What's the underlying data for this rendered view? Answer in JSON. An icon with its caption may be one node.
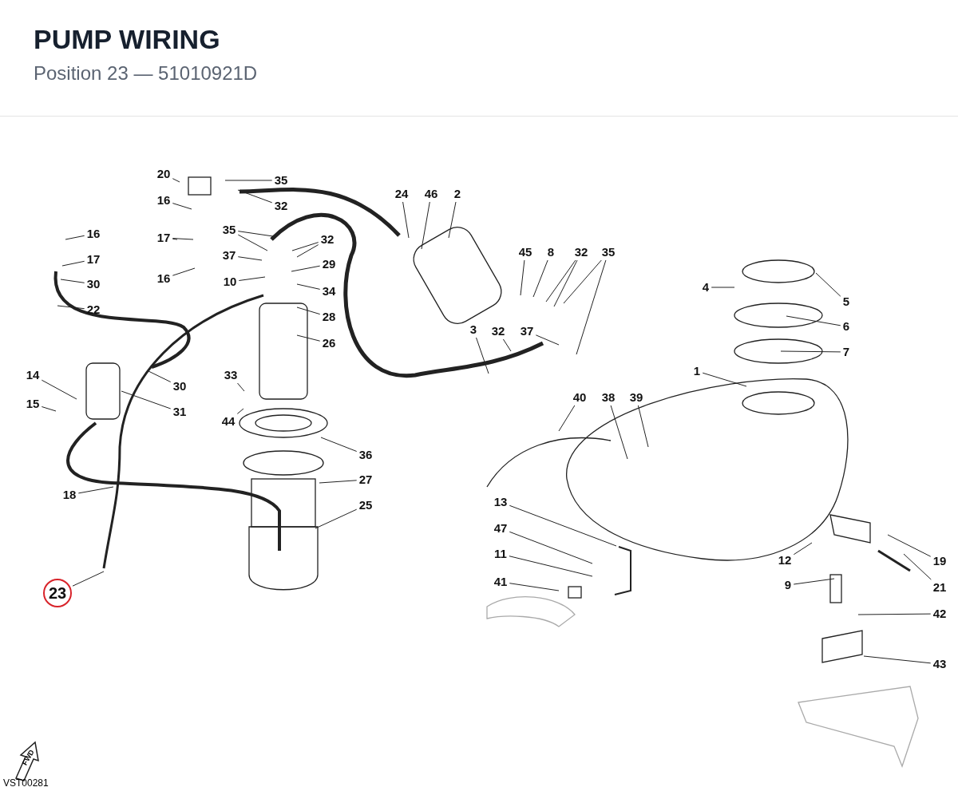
{
  "diagram": {
    "title": "PUMP WIRING",
    "nodes": [
      {
        "text": [
          "20"
        ]
      },
      {
        "text": [
          "35"
        ]
      },
      {
        "text": [
          "16"
        ]
      },
      {
        "text": [
          "32"
        ]
      },
      {
        "text": [
          "24"
        ]
      },
      {
        "text": [
          "46"
        ]
      },
      {
        "text": [
          "2"
        ]
      },
      {
        "text": [
          "16"
        ]
      },
      {
        "text": [
          "17"
        ]
      },
      {
        "text": [
          "35"
        ]
      },
      {
        "text": [
          "32"
        ]
      },
      {
        "text": [
          "17"
        ]
      },
      {
        "text": [
          "37"
        ]
      },
      {
        "text": [
          "29"
        ]
      },
      {
        "text": [
          "45"
        ]
      },
      {
        "text": [
          "8"
        ]
      },
      {
        "text": [
          "32"
        ]
      },
      {
        "text": [
          "35"
        ]
      },
      {
        "text": [
          "16"
        ]
      },
      {
        "text": [
          "4"
        ]
      },
      {
        "text": [
          "10"
        ]
      },
      {
        "text": [
          "30"
        ]
      },
      {
        "text": [
          "34"
        ]
      },
      {
        "text": [
          "5"
        ]
      },
      {
        "text": [
          "22"
        ]
      },
      {
        "text": [
          "28"
        ]
      },
      {
        "text": [
          "6"
        ]
      },
      {
        "text": [
          "3"
        ]
      },
      {
        "text": [
          "32"
        ]
      },
      {
        "text": [
          "37"
        ]
      },
      {
        "text": [
          "26"
        ]
      },
      {
        "text": [
          "7"
        ]
      },
      {
        "text": [
          "1"
        ]
      },
      {
        "text": [
          "14"
        ]
      },
      {
        "text": [
          "33"
        ]
      },
      {
        "text": [
          "30"
        ]
      },
      {
        "text": [
          "40"
        ]
      },
      {
        "text": [
          "38"
        ]
      },
      {
        "text": [
          "39"
        ]
      },
      {
        "text": [
          "15"
        ]
      },
      {
        "text": [
          "44"
        ]
      },
      {
        "text": [
          "31"
        ]
      },
      {
        "text": [
          "36"
        ]
      },
      {
        "text": [
          "27"
        ]
      },
      {
        "text": [
          "18"
        ]
      },
      {
        "text": [
          "13"
        ]
      },
      {
        "text": [
          "25"
        ]
      },
      {
        "text": [
          "47"
        ]
      },
      {
        "text": [
          "12"
        ]
      },
      {
        "text": [
          "19"
        ]
      },
      {
        "text": [
          "11"
        ]
      },
      {
        "text": [
          "41"
        ]
      },
      {
        "text": [
          "23"
        ]
      },
      {
        "text": [
          "21"
        ]
      },
      {
        "text": [
          "9"
        ]
      },
      {
        "text": [
          "42"
        ]
      },
      {
        "text": [
          "43"
        ]
      }
    ],
    "edges": [
      {
        "from": 0,
        "to": null,
        "arrow": "none"
      },
      {
        "from": 1,
        "to": null,
        "arrow": "none"
      },
      {
        "from": 2,
        "to": null,
        "arrow": "none"
      },
      {
        "from": 3,
        "to": null,
        "arrow": "none"
      },
      {
        "from": 4,
        "to": null,
        "arrow": "none"
      },
      {
        "from": 5,
        "to": null,
        "arrow": "none"
      },
      {
        "from": 6,
        "to": null,
        "arrow": "none"
      },
      {
        "from": 7,
        "to": null,
        "arrow": "none"
      },
      {
        "from": 8,
        "to": null,
        "arrow": "none"
      },
      {
        "from": 8,
        "to": null,
        "arrow": "none"
      },
      {
        "from": 9,
        "to": null,
        "arrow": "none"
      },
      {
        "from": 9,
        "to": null,
        "arrow": "none"
      },
      {
        "from": 10,
        "to": null,
        "arrow": "none"
      },
      {
        "from": 10,
        "to": null,
        "arrow": "none"
      },
      {
        "from": 11,
        "to": null,
        "arrow": "none"
      },
      {
        "from": 12,
        "to": null,
        "arrow": "none"
      },
      {
        "from": 13,
        "to": null,
        "arrow": "none"
      },
      {
        "from": 14,
        "to": null,
        "arrow": "none"
      },
      {
        "from": 15,
        "to": null,
        "arrow": "none"
      },
      {
        "from": 16,
        "to": null,
        "arrow": "none"
      },
      {
        "from": 16,
        "to": null,
        "arrow": "none"
      },
      {
        "from": 17,
        "to": null,
        "arrow": "none"
      },
      {
        "from": 17,
        "to": null,
        "arrow": "none"
      },
      {
        "from": 18,
        "to": null,
        "arrow": "none"
      },
      {
        "from": 19,
        "to": null,
        "arrow": "none"
      },
      {
        "from": 20,
        "to": null,
        "arrow": "none"
      },
      {
        "from": 21,
        "to": null,
        "arrow": "none"
      },
      {
        "from": 22,
        "to": null,
        "arrow": "none"
      },
      {
        "from": 23,
        "to": null,
        "arrow": "none"
      },
      {
        "from": 24,
        "to": null,
        "arrow": "none"
      },
      {
        "from": 25,
        "to": null,
        "arrow": "none"
      },
      {
        "from": 26,
        "to": null,
        "arrow": "none"
      },
      {
        "from": 27,
        "to": null,
        "arrow": "none"
      },
      {
        "from": 28,
        "to": null,
        "arrow": "none"
      },
      {
        "from": 29,
        "to": null,
        "arrow": "none"
      },
      {
        "from": 30,
        "to": null,
        "arrow": "none"
      },
      {
        "from": 31,
        "to": null,
        "arrow": "none"
      },
      {
        "from": 32,
        "to": null,
        "arrow": "none"
      },
      {
        "from": 33,
        "to": null,
        "arrow": "none"
      },
      {
        "from": 34,
        "to": null,
        "arrow": "none"
      },
      {
        "from": 35,
        "to": null,
        "arrow": "none"
      },
      {
        "from": 36,
        "to": null,
        "arrow": "none"
      },
      {
        "from": 37,
        "to": null,
        "arrow": "none"
      },
      {
        "from": 38,
        "to": null,
        "arrow": "none"
      },
      {
        "from": 39,
        "to": null,
        "arrow": "none"
      },
      {
        "from": 40,
        "to": null,
        "arrow": "none"
      },
      {
        "from": 41,
        "to": null,
        "arrow": "none"
      },
      {
        "from": 42,
        "to": null,
        "arrow": "none"
      },
      {
        "from": 43,
        "to": null,
        "arrow": "none"
      },
      {
        "from": 44,
        "to": null,
        "arrow": "none"
      },
      {
        "from": 45,
        "to": null,
        "arrow": "none"
      },
      {
        "from": 46,
        "to": null,
        "arrow": "none"
      },
      {
        "from": 47,
        "to": null,
        "arrow": "none"
      },
      {
        "from": 48,
        "to": null,
        "arrow": "none"
      },
      {
        "from": 49,
        "to": null,
        "arrow": "none"
      },
      {
        "from": 50,
        "to": null,
        "arrow": "none"
      },
      {
        "from": 51,
        "to": null,
        "arrow": "none"
      },
      {
        "from": 52,
        "to": null,
        "arrow": "none"
      },
      {
        "from": 53,
        "to": null,
        "arrow": "none"
      },
      {
        "from": 54,
        "to": null,
        "arrow": "none"
      },
      {
        "from": 55,
        "to": null,
        "arrow": "none"
      },
      {
        "from": 56,
        "to": null,
        "arrow": "none"
      }
    ],
    "labels": [
      "Position 23 — 51010921D",
      "FWD",
      "VST00281"
    ]
  }
}
